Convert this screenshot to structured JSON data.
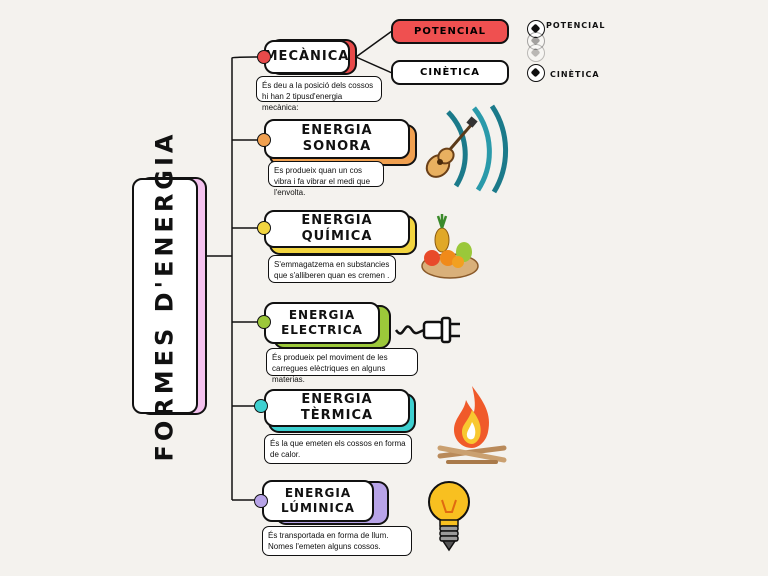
{
  "title": "FORMES D'ENERGIA",
  "branches": [
    {
      "label": "MECÀNICA",
      "dot_color": "#e84a4a",
      "shadow_color": "#e84a4a",
      "description": "És deu a la posició dels cossos hi han 2 tipusd'energia mecànica:",
      "subtypes": [
        {
          "label": "POTENCIAL",
          "fill": "#ef5050",
          "ball_label": "POTENCIAL"
        },
        {
          "label": "CINÈTICA",
          "fill": "#ffffff",
          "ball_label": "CINÈTICA"
        }
      ]
    },
    {
      "label": "ENERGIA SONORA",
      "dot_color": "#f0a050",
      "shadow_color": "#f0a050",
      "description": "Es produeix quan un cos vibra i fa vibrar el medi que l'envolta.",
      "icon": "guitar-icon"
    },
    {
      "label": "ENERGIA QUÍMICA",
      "dot_color": "#f2d540",
      "shadow_color": "#f2d540",
      "description": "S'emmagatzema en substancies que s'alliberen quan es cremen .",
      "icon": "fruit-bowl-icon"
    },
    {
      "label": "ENERGIA ELECTRICA",
      "dot_color": "#9cc83a",
      "shadow_color": "#9cc83a",
      "description": "És produeix pel moviment de les carregues elèctriques en alguns materias.",
      "icon": "plug-icon"
    },
    {
      "label": "ENERGIA TÈRMICA",
      "dot_color": "#3ed0d0",
      "shadow_color": "#3ed0d0",
      "description": "És la que emeten els cossos en forma de calor.",
      "icon": "campfire-icon"
    },
    {
      "label": "ENERGIA LÚMINICA",
      "dot_color": "#b8a4e8",
      "shadow_color": "#b8a4e8",
      "description": "És transportada en forma de llum. Nomes l'emeten alguns cossos.",
      "icon": "light-bulb-icon"
    }
  ]
}
